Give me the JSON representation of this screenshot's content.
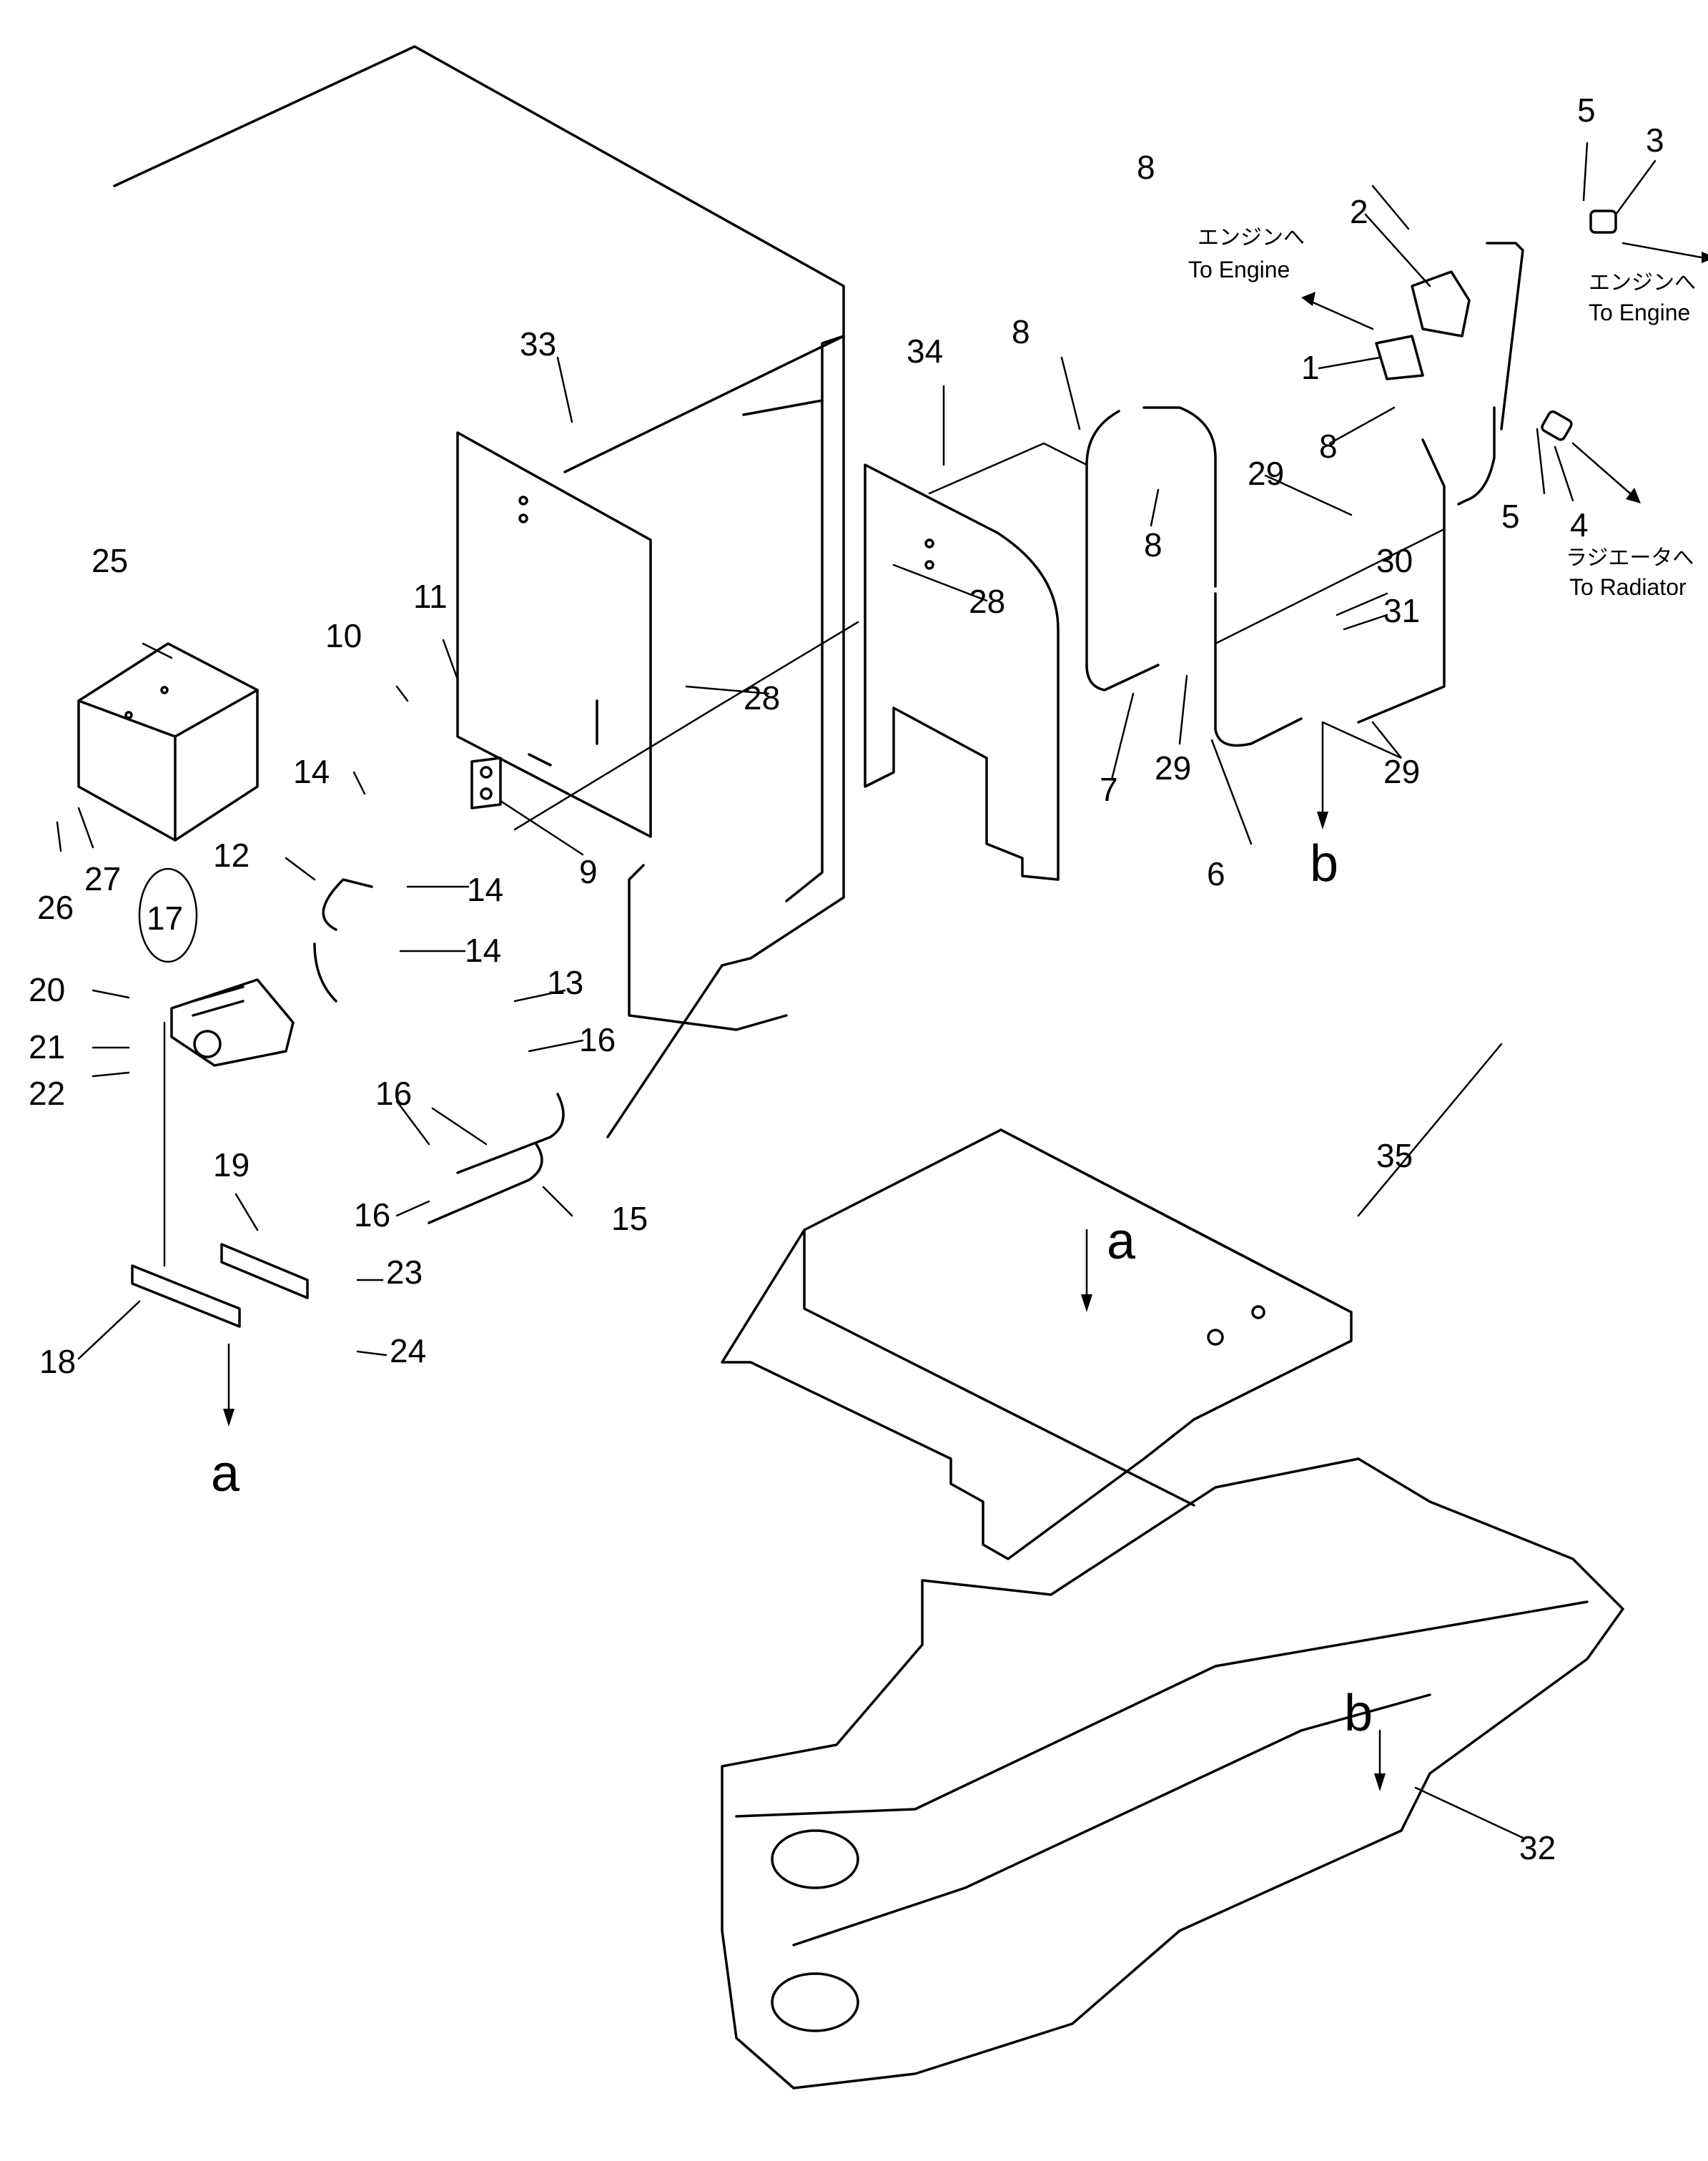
{
  "parts": {
    "p1": "1",
    "p2": "2",
    "p3": "3",
    "p4": "4",
    "p5a": "5",
    "p5b": "5",
    "p6": "6",
    "p7": "7",
    "p8a": "8",
    "p8b": "8",
    "p8c": "8",
    "p8d": "8",
    "p9": "9",
    "p10": "10",
    "p11": "11",
    "p12": "12",
    "p13": "13",
    "p14a": "14",
    "p14b": "14",
    "p14c": "14",
    "p15": "15",
    "p16a": "16",
    "p16b": "16",
    "p16c": "16",
    "p17": "17",
    "p18": "18",
    "p19": "19",
    "p20": "20",
    "p21": "21",
    "p22": "22",
    "p23": "23",
    "p24": "24",
    "p25": "25",
    "p26": "26",
    "p27": "27",
    "p28a": "28",
    "p28b": "28",
    "p29a": "29",
    "p29b": "29",
    "p29c": "29",
    "p30": "30",
    "p31": "31",
    "p32": "32",
    "p33": "33",
    "p34": "34",
    "p35": "35"
  },
  "refs": {
    "a_left": "a",
    "a_frame": "a",
    "b_hose": "b",
    "b_frame": "b"
  },
  "notes": {
    "engine_left_jp": "エンジンへ",
    "engine_left_en": "To Engine",
    "engine_right_jp": "エンジンへ",
    "engine_right_en": "To Engine",
    "radiator_jp": "ラジエータへ",
    "radiator_en": "To Radiator"
  }
}
